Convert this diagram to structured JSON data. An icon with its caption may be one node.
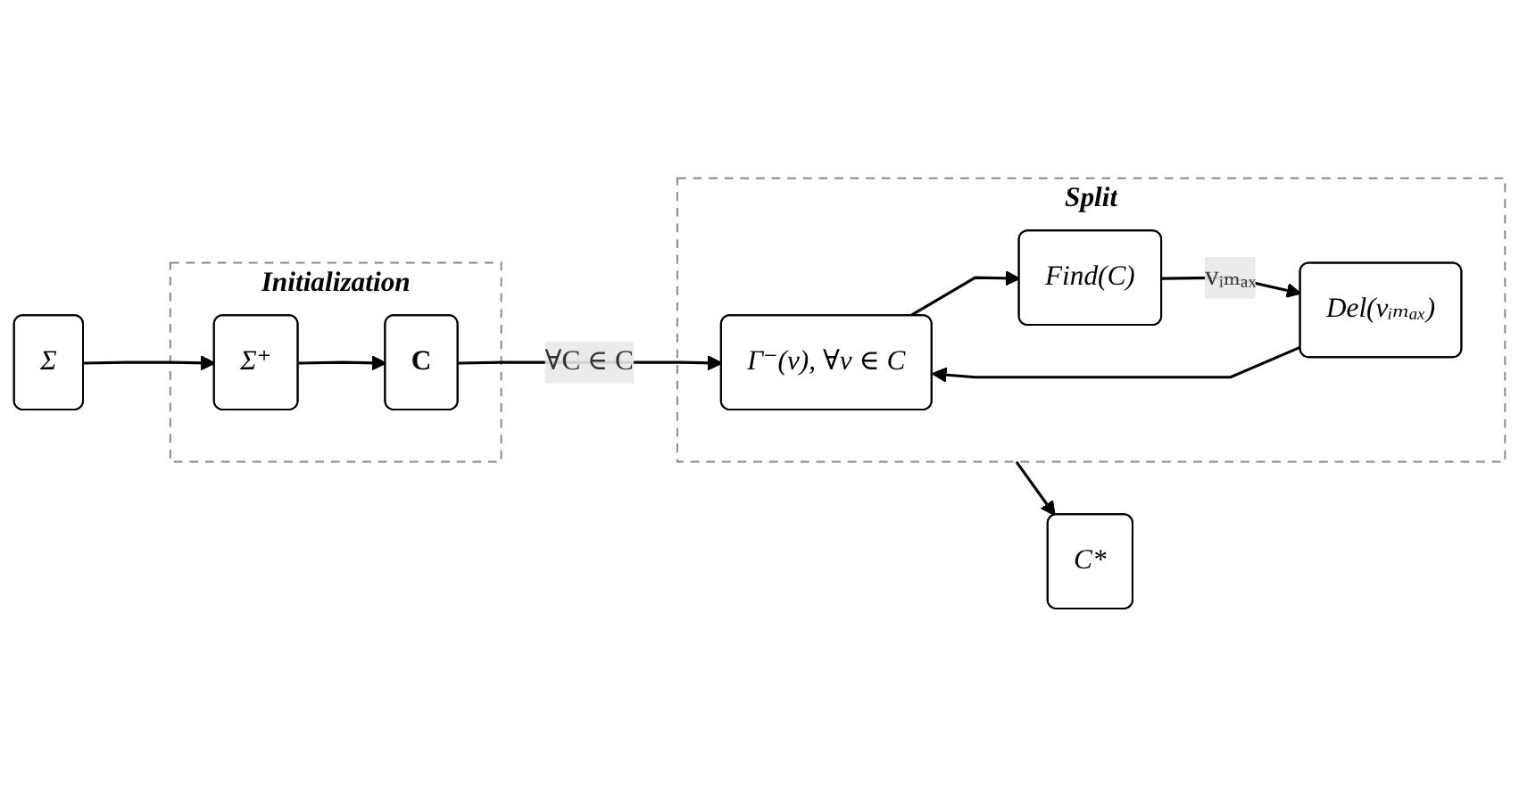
{
  "diagram": {
    "nodes": [
      {
        "text": [
          "Σ"
        ]
      },
      {
        "text": [
          "Initialization"
        ]
      },
      {
        "text": [
          "Σ⁺"
        ],
        "in": 1
      },
      {
        "text": [
          "C"
        ],
        "in": 1
      },
      {
        "text": [
          "Split"
        ]
      },
      {
        "text": [
          "Γ⁻(v), ∀v ∈ C"
        ],
        "in": 4
      },
      {
        "text": [
          "Find(C)"
        ],
        "in": 4
      },
      {
        "text": [
          "Del(vᵢₘₐₓ)"
        ],
        "in": 4
      },
      {
        "text": [
          "C*"
        ]
      }
    ],
    "edges": [
      {
        "from": 0,
        "to": 2,
        "arrow": "to"
      },
      {
        "from": 2,
        "to": 3,
        "arrow": "to"
      },
      {
        "from": 3,
        "to": 5,
        "arrow": "to",
        "label": "∀C ∈ C"
      },
      {
        "from": 5,
        "to": 6,
        "arrow": "to"
      },
      {
        "from": 6,
        "to": 7,
        "arrow": "to",
        "label": "vᵢₘₐₓ"
      },
      {
        "from": 7,
        "to": 5,
        "arrow": "to"
      },
      {
        "from": 4,
        "to": 8,
        "arrow": "to"
      }
    ]
  }
}
